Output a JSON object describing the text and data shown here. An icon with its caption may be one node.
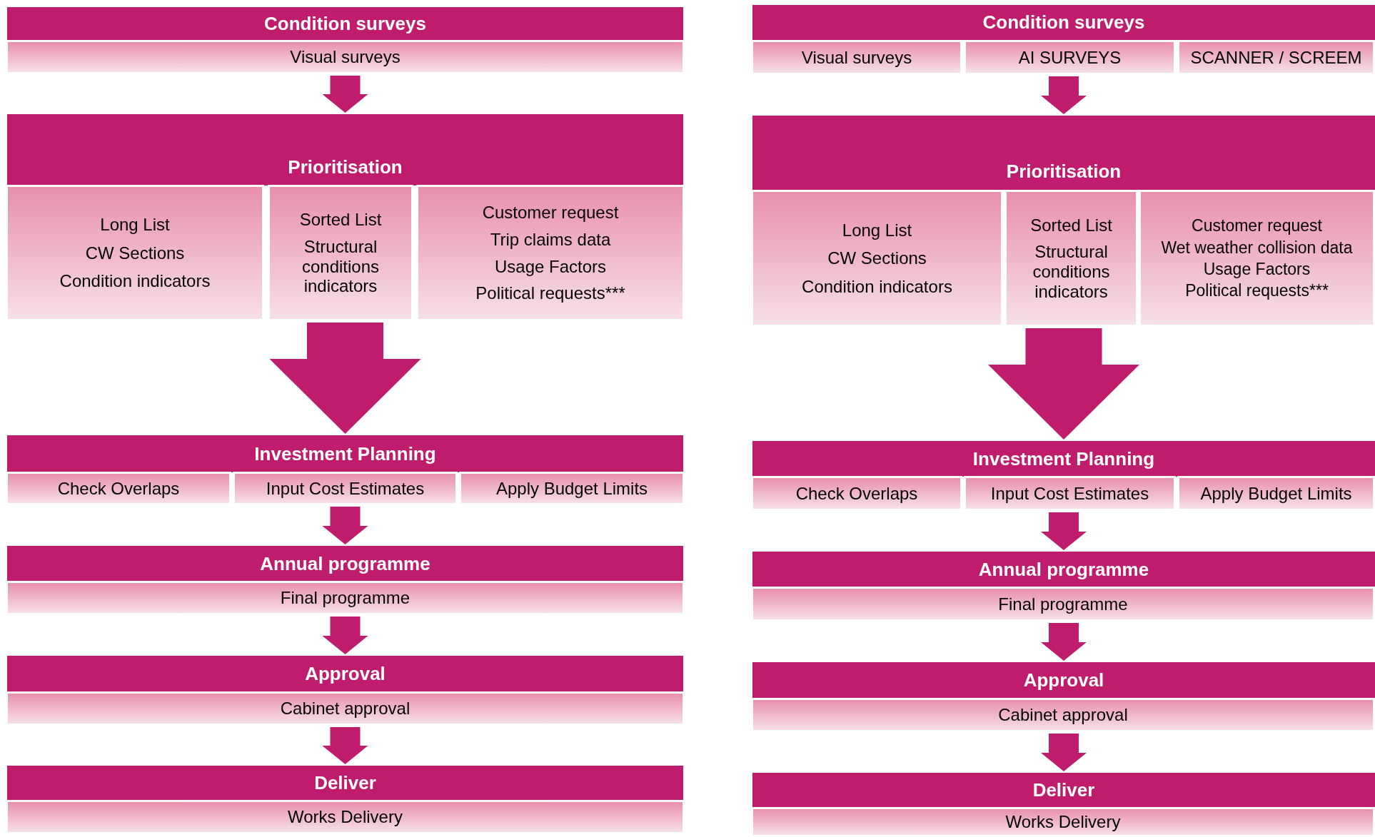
{
  "diagram": {
    "nodes": [
      {
        "text": [
          "Condition surveys"
        ]
      },
      {
        "text": [
          "Visual surveys"
        ]
      },
      {
        "text": [
          "Prioritisation"
        ]
      },
      {
        "text": [
          "Long List",
          "CW Sections",
          "Condition indicators"
        ]
      },
      {
        "text": [
          "Sorted List",
          "Structural conditions indicators"
        ]
      },
      {
        "text": [
          "Customer request",
          "Trip claims data",
          "Usage Factors",
          "Political requests***"
        ]
      },
      {
        "text": [
          "Investment Planning"
        ]
      },
      {
        "text": [
          "Check Overlaps"
        ]
      },
      {
        "text": [
          "Input Cost Estimates"
        ]
      },
      {
        "text": [
          "Apply Budget Limits"
        ]
      },
      {
        "text": [
          "Annual programme"
        ]
      },
      {
        "text": [
          "Final programme"
        ]
      },
      {
        "text": [
          "Approval"
        ]
      },
      {
        "text": [
          "Cabinet approval"
        ]
      },
      {
        "text": [
          "Deliver"
        ]
      },
      {
        "text": [
          "Works Delivery"
        ]
      },
      {
        "text": [
          "Condition surveys"
        ]
      },
      {
        "text": [
          "Visual surveys"
        ]
      },
      {
        "text": [
          "AI SURVEYS"
        ]
      },
      {
        "text": [
          "SCANNER / SCREEM"
        ]
      },
      {
        "text": [
          "Prioritisation"
        ]
      },
      {
        "text": [
          "Long List",
          "CW Sections",
          "Condition indicators"
        ]
      },
      {
        "text": [
          "Sorted List",
          "Structural conditions indicators"
        ]
      },
      {
        "text": [
          "Customer request",
          "Wet weather collision data",
          "Usage Factors",
          "Political requests***"
        ]
      },
      {
        "text": [
          "Investment Planning"
        ]
      },
      {
        "text": [
          "Check Overlaps"
        ]
      },
      {
        "text": [
          "Input Cost Estimates"
        ]
      },
      {
        "text": [
          "Apply Budget Limits"
        ]
      },
      {
        "text": [
          "Annual programme"
        ]
      },
      {
        "text": [
          "Final programme"
        ]
      },
      {
        "text": [
          "Approval"
        ]
      },
      {
        "text": [
          "Cabinet approval"
        ]
      },
      {
        "text": [
          "Deliver"
        ]
      },
      {
        "text": [
          "Works Delivery"
        ]
      }
    ],
    "edges": [
      {
        "from": 1,
        "to": 2,
        "arrow": "to"
      },
      {
        "from": 4,
        "to": 6,
        "arrow": "to",
        "style": "thick"
      },
      {
        "from": 8,
        "to": 10,
        "arrow": "to"
      },
      {
        "from": 11,
        "to": 12,
        "arrow": "to"
      },
      {
        "from": 13,
        "to": 14,
        "arrow": "to"
      },
      {
        "from": 18,
        "to": 20,
        "arrow": "to"
      },
      {
        "from": 22,
        "to": 24,
        "arrow": "to",
        "style": "thick"
      },
      {
        "from": 26,
        "to": 28,
        "arrow": "to"
      },
      {
        "from": 29,
        "to": 30,
        "arrow": "to"
      },
      {
        "from": 31,
        "to": 32,
        "arrow": "to"
      }
    ]
  }
}
